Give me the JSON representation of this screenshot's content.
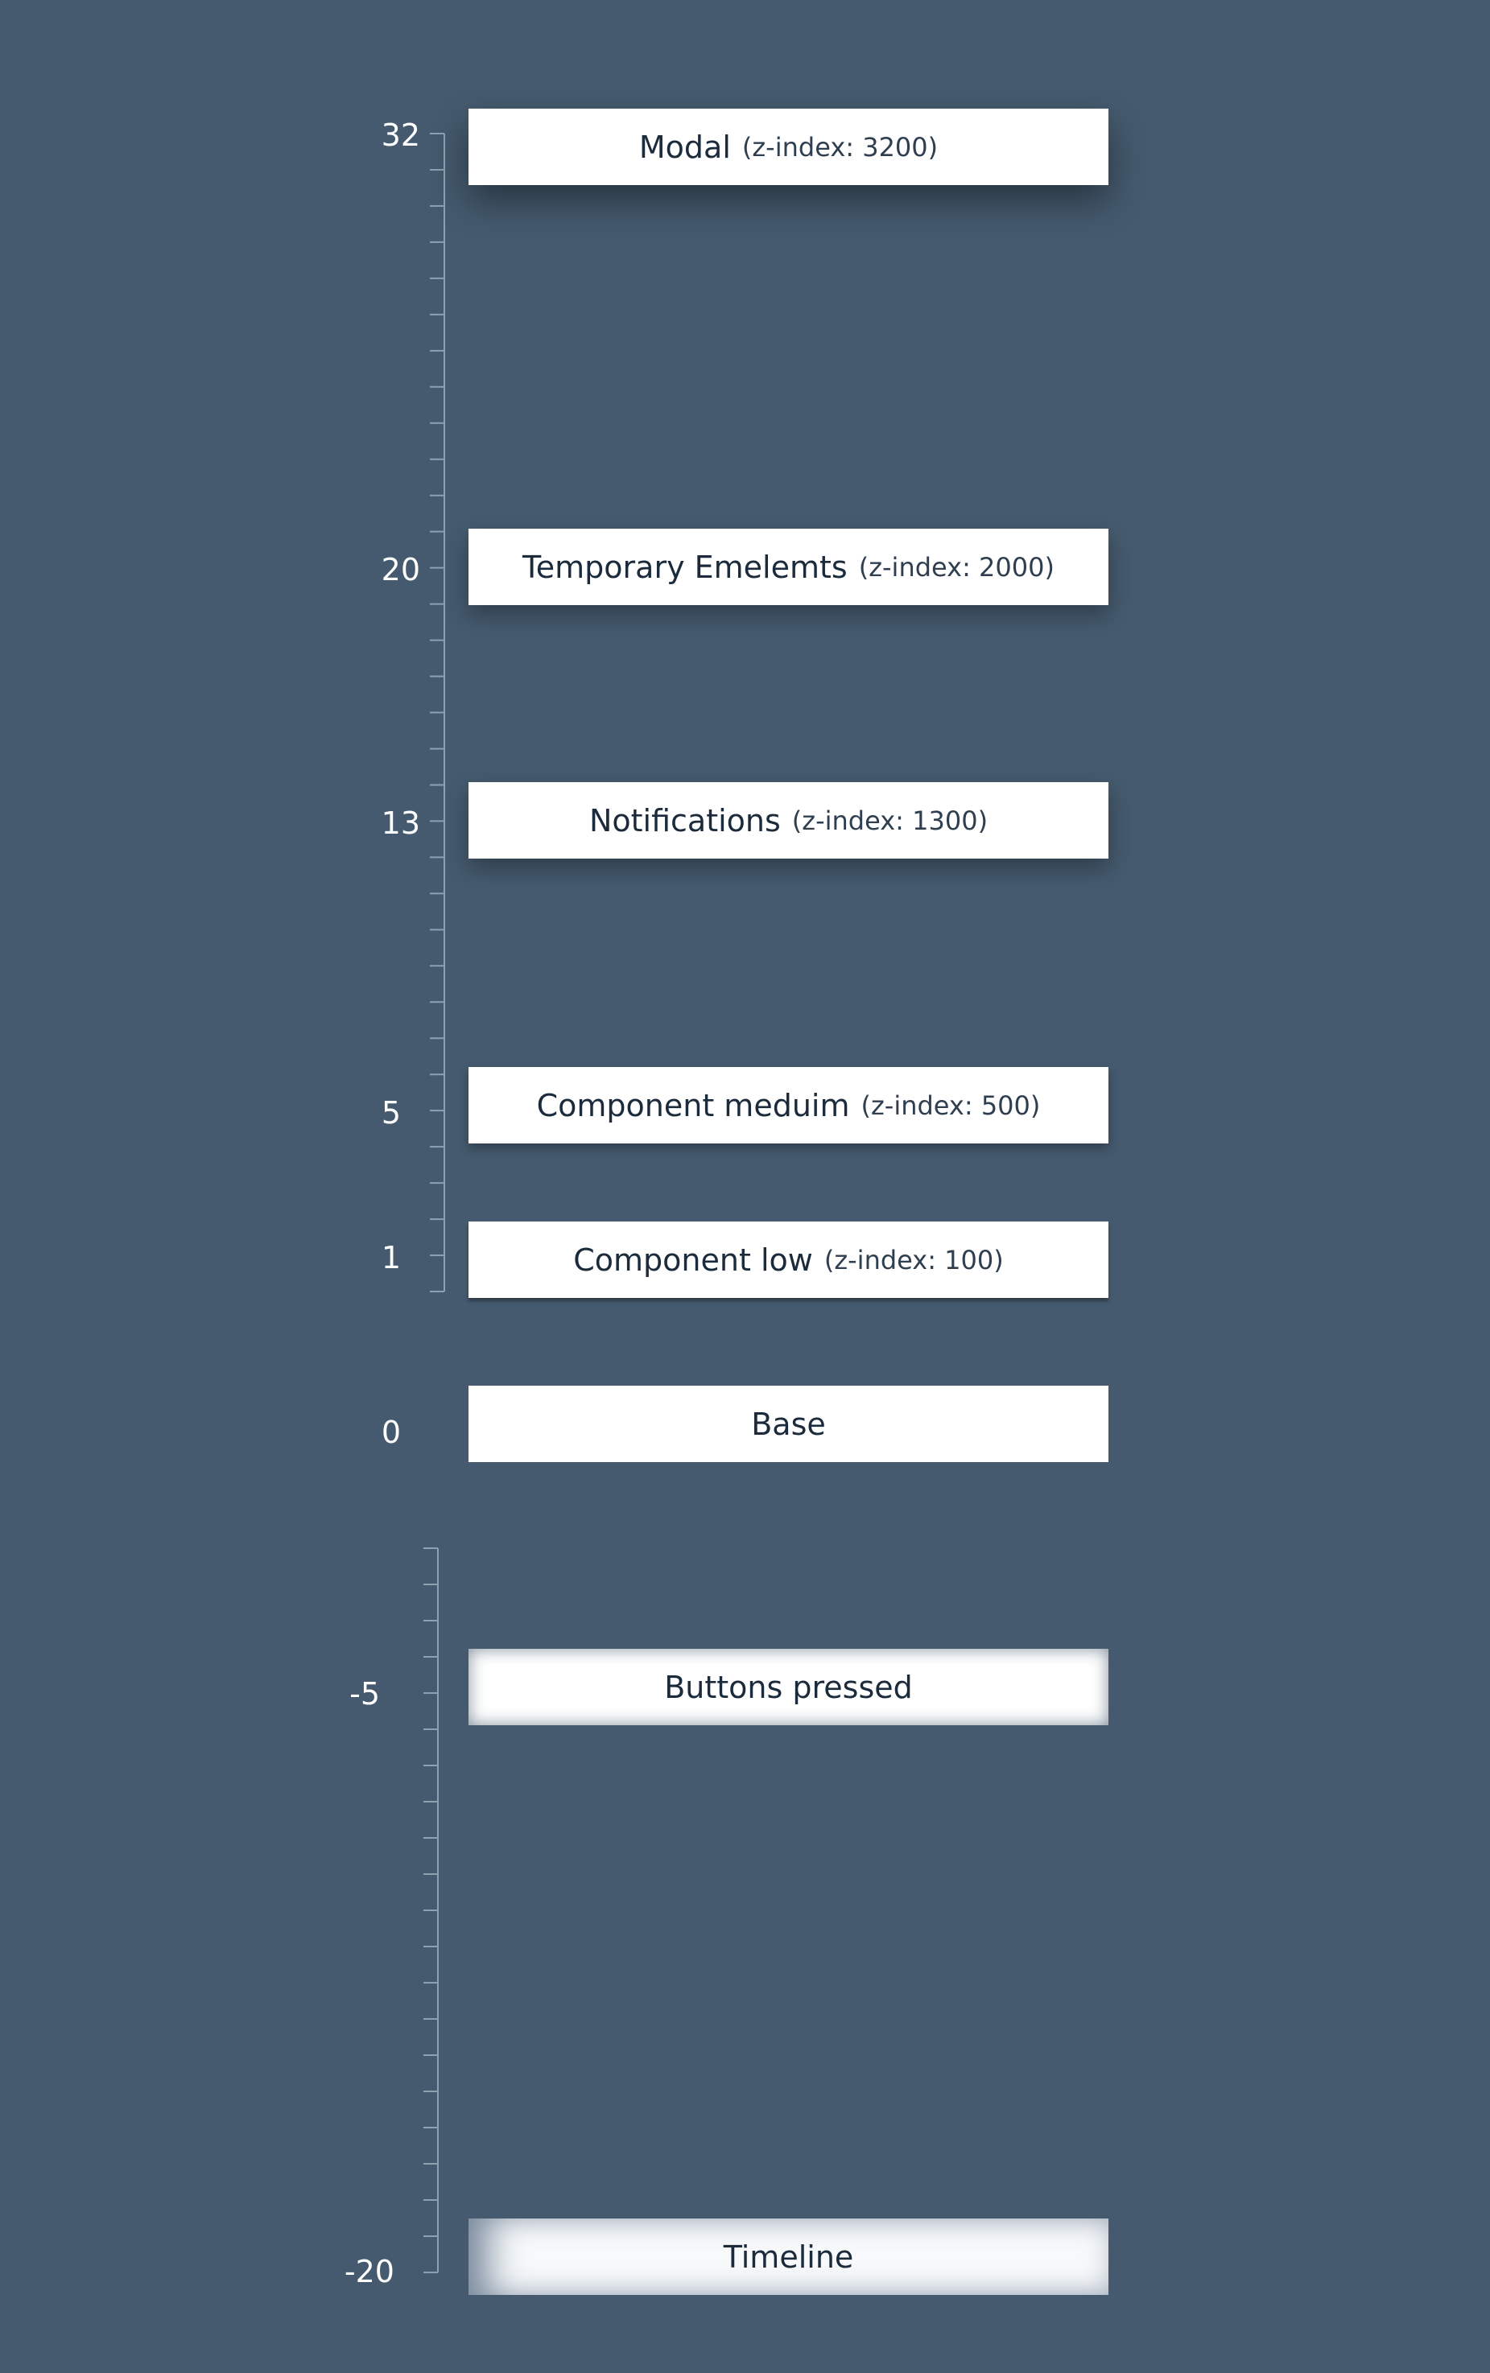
{
  "colors": {
    "background": "#455a6e",
    "card": "#ffffff",
    "card_text": "#1c2b3b",
    "scale": "#8fa0b0",
    "label": "#ffffff"
  },
  "scale_labels": [
    "32",
    "20",
    "13",
    "5",
    "1",
    "0",
    "-5",
    "-20"
  ],
  "layers": [
    {
      "title": "Modal",
      "z": "(z-index: 3200)"
    },
    {
      "title": "Temporary Emelemts",
      "z": "(z-index: 2000)"
    },
    {
      "title": "Notifications",
      "z": "(z-index: 1300)"
    },
    {
      "title": "Component meduim",
      "z": "(z-index: 500)"
    },
    {
      "title": "Component low",
      "z": "(z-index: 100)"
    },
    {
      "title": "Base",
      "z": ""
    },
    {
      "title": "Buttons pressed",
      "z": ""
    },
    {
      "title": "Timeline",
      "z": ""
    }
  ]
}
